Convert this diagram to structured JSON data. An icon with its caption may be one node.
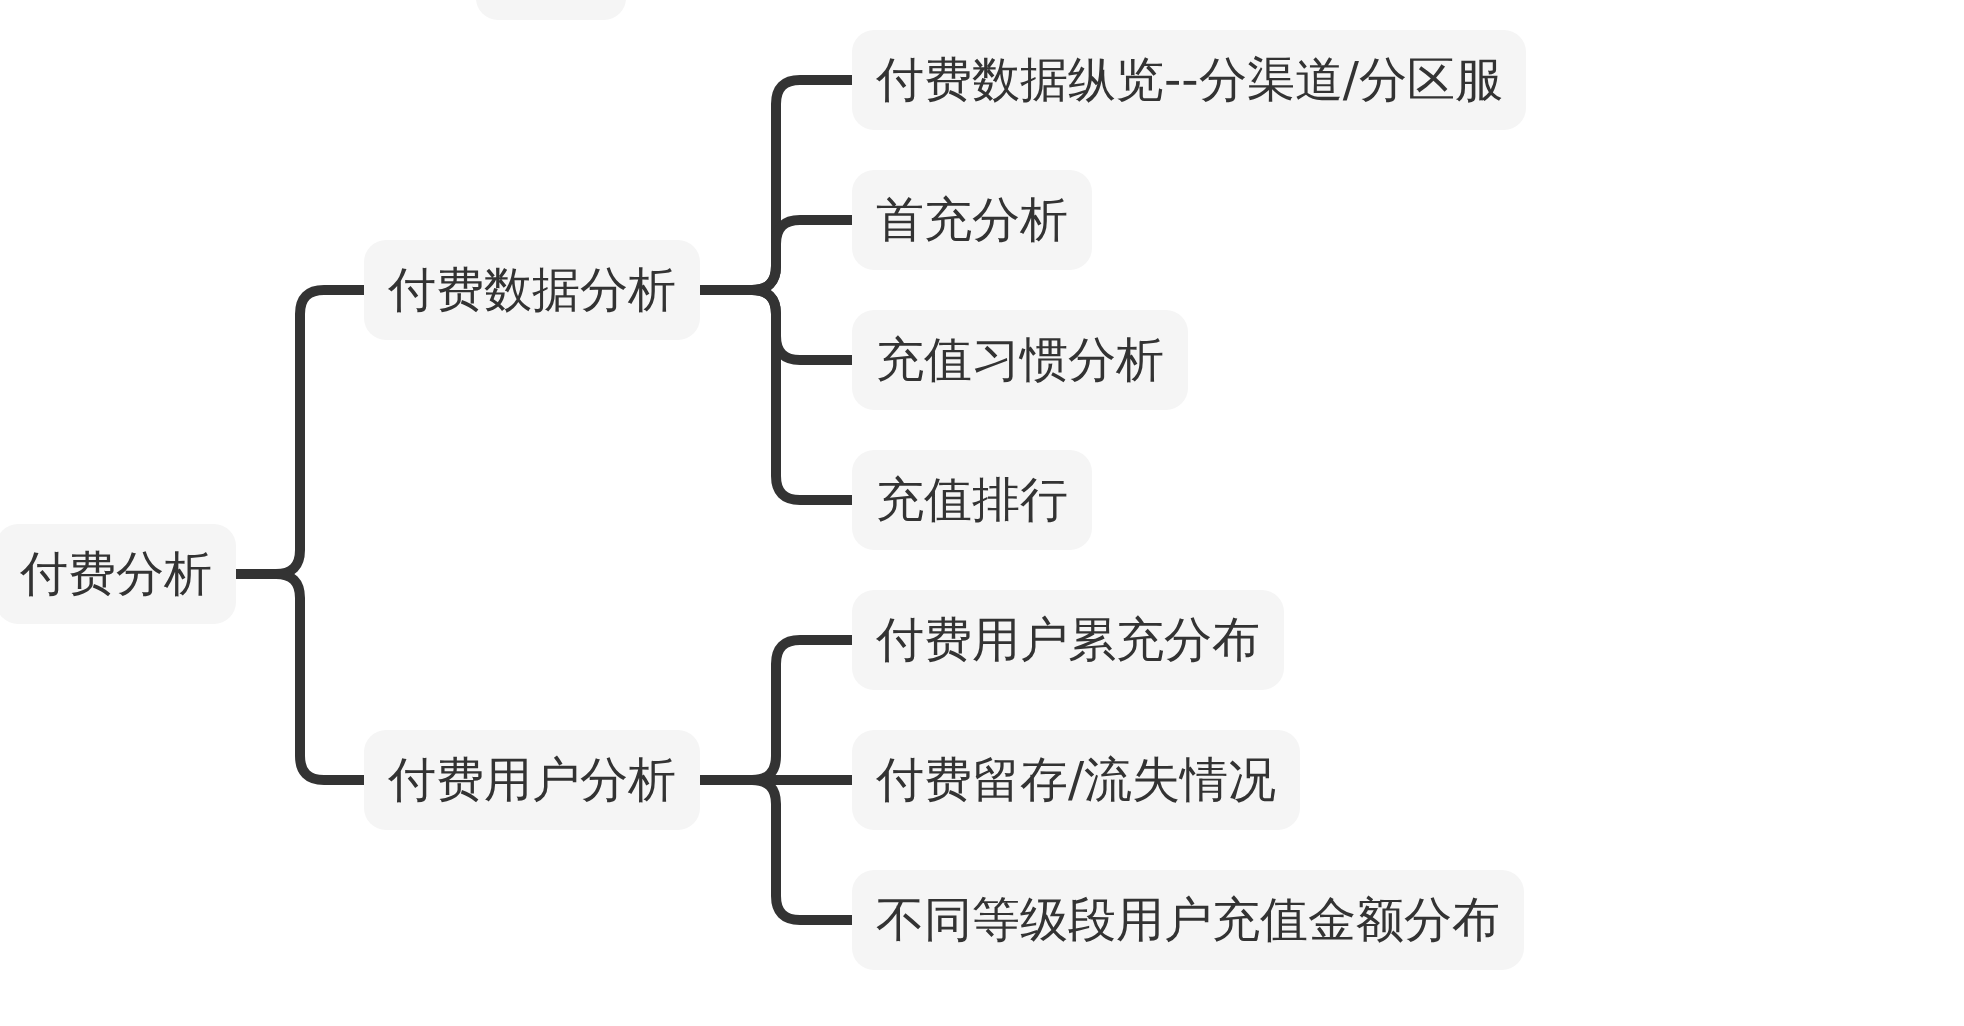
{
  "diagram": {
    "nodes": [
      {
        "text": [],
        "shape": "box"
      },
      {
        "text": [
          "付费分析"
        ]
      },
      {
        "text": [
          "付费数据分析"
        ]
      },
      {
        "text": [
          "付费用户分析"
        ]
      },
      {
        "text": [
          "付费数据纵览--分渠道/分区服"
        ]
      },
      {
        "text": [
          "首充分析"
        ]
      },
      {
        "text": [
          "充值习惯分析"
        ]
      },
      {
        "text": [
          "充值排行"
        ]
      },
      {
        "text": [
          "付费用户累充分布"
        ]
      },
      {
        "text": [
          "付费留存/流失情况"
        ]
      },
      {
        "text": [
          "不同等级段用户充值金额分布"
        ]
      }
    ],
    "edges": [
      {
        "from": 1,
        "to": 2,
        "arrow": "none"
      },
      {
        "from": 1,
        "to": 3,
        "arrow": "none"
      },
      {
        "from": 2,
        "to": 4,
        "arrow": "none"
      },
      {
        "from": 2,
        "to": 5,
        "arrow": "none"
      },
      {
        "from": 2,
        "to": 6,
        "arrow": "none"
      },
      {
        "from": 2,
        "to": 7,
        "arrow": "none"
      },
      {
        "from": 3,
        "to": 8,
        "arrow": "none"
      },
      {
        "from": 3,
        "to": 9,
        "arrow": "none"
      },
      {
        "from": 3,
        "to": 10,
        "arrow": "none"
      }
    ]
  }
}
